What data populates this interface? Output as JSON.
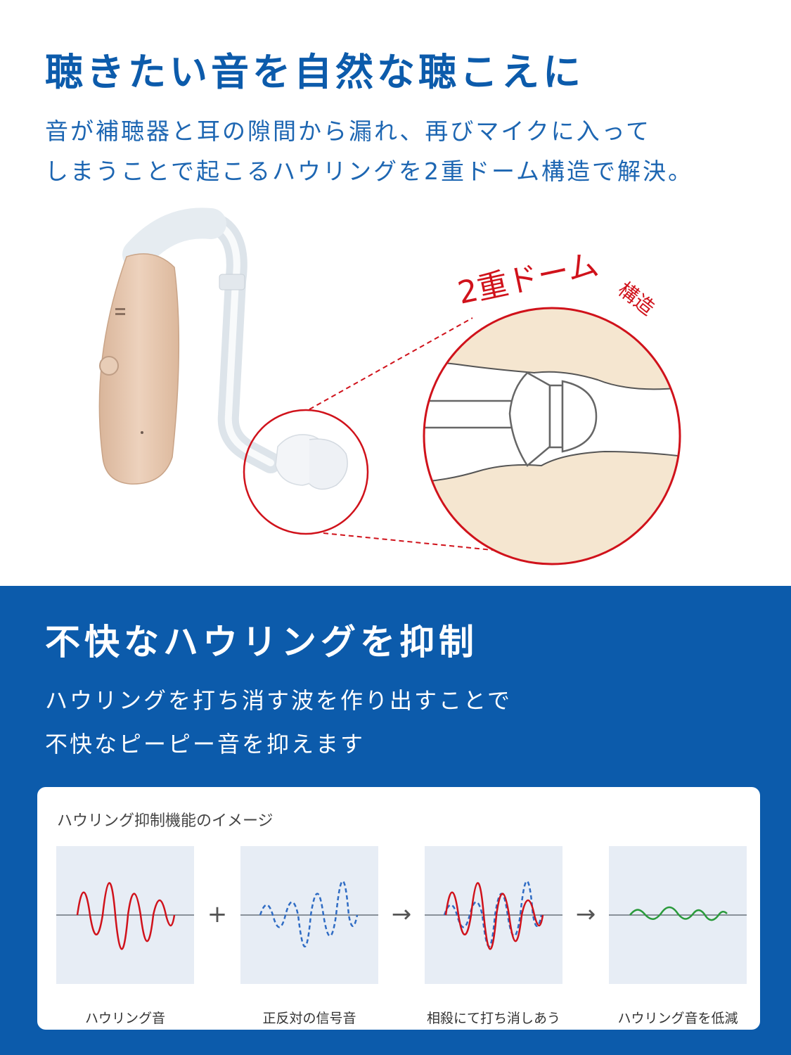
{
  "header": {
    "title": "聴きたい音を自然な聴こえに",
    "subtitle_lines": [
      "音が補聴器と耳の隙間から漏れ、再びマイクに入って",
      "しまうことで起こるハウリングを2重ドーム構造で解決。"
    ]
  },
  "illustration": {
    "callout_main": "2重ドーム",
    "callout_small": "構造"
  },
  "feature": {
    "title": "不快なハウリングを抑制",
    "subtitle_lines": [
      "ハウリングを打ち消す波を作り出すことで",
      "不快なピーピー音を抑えます"
    ]
  },
  "diagram": {
    "title": "ハウリング抑制機能のイメージ",
    "operators": [
      "+",
      "→",
      "→"
    ],
    "panels": [
      {
        "caption": "ハウリング音"
      },
      {
        "caption": "正反対の信号音"
      },
      {
        "caption": "相殺にて打ち消しあう"
      },
      {
        "caption": "ハウリング音を低減"
      }
    ]
  },
  "colors": {
    "brand_blue": "#0c5bab",
    "accent_red": "#d0121b",
    "wave_blue": "#2f6cc4",
    "wave_green": "#2a9a3b"
  }
}
